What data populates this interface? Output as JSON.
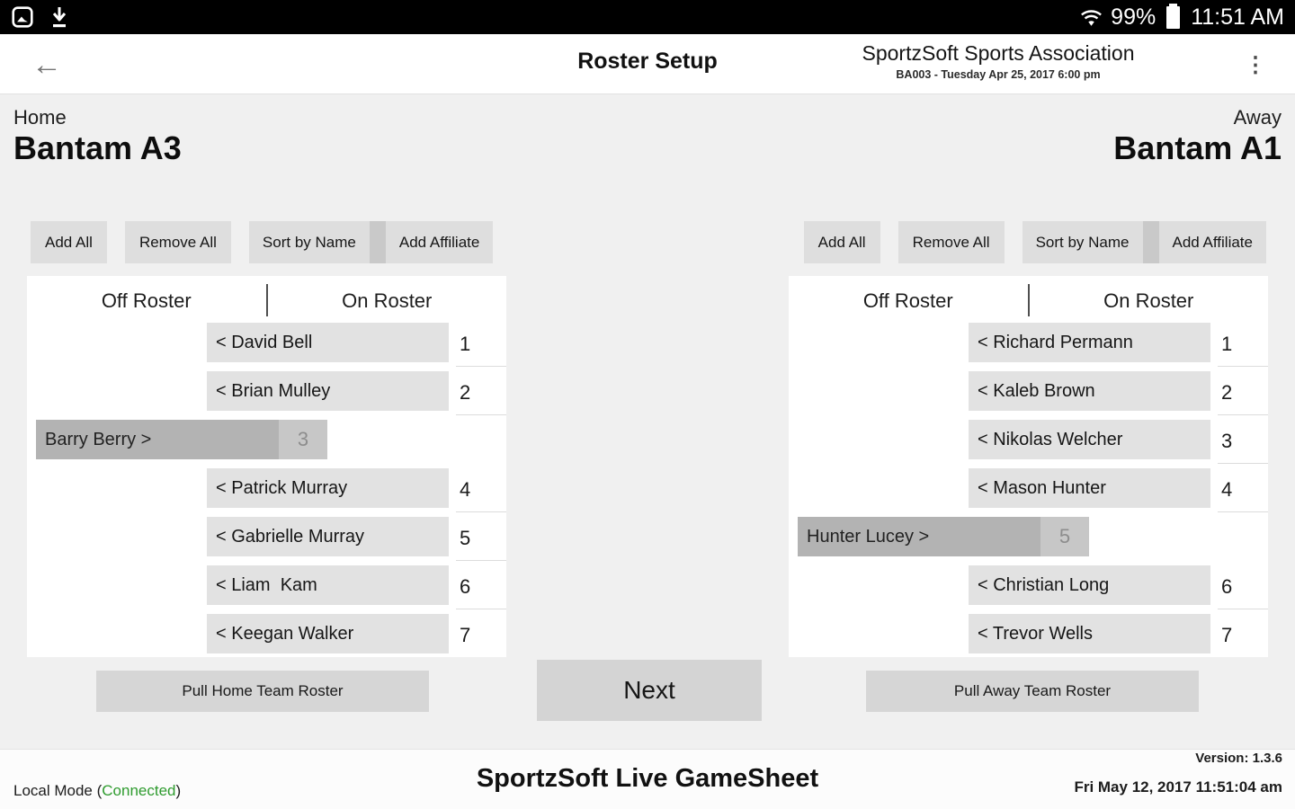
{
  "colors": {
    "connected_green": "#2e9b2e",
    "statusbar_bg": "#000000",
    "accent_gray": "#dedede"
  },
  "status_bar": {
    "battery_pct": "99%",
    "time": "11:51 AM",
    "left_icons": [
      "screenshot-icon",
      "download-icon"
    ],
    "right_icons": [
      "wifi-icon",
      "battery-icon"
    ]
  },
  "app_bar": {
    "back_glyph": "←",
    "title": "Roster Setup",
    "org_name": "SportzSoft Sports Association",
    "org_subtitle": "BA003 - Tuesday Apr 25, 2017 6:00 pm",
    "menu_glyph": "⋮"
  },
  "panels": {
    "home": {
      "side_label": "Home",
      "team_name": "Bantam A3",
      "actions": {
        "add_all": "Add All",
        "remove_all": "Remove All",
        "sort_by_name": "Sort by Name",
        "add_affiliate": "Add Affiliate"
      },
      "columns": {
        "off": "Off Roster",
        "on": "On Roster"
      },
      "players": [
        {
          "label": "< David Bell",
          "number": "1",
          "on": true
        },
        {
          "label": "< Brian Mulley",
          "number": "2",
          "on": true
        },
        {
          "label": "Barry Berry >",
          "number": "3",
          "on": false
        },
        {
          "label": "< Patrick Murray",
          "number": "4",
          "on": true
        },
        {
          "label": "< Gabrielle Murray",
          "number": "5",
          "on": true
        },
        {
          "label": "< Liam  Kam",
          "number": "6",
          "on": true
        },
        {
          "label": "< Keegan Walker",
          "number": "7",
          "on": true
        }
      ],
      "pull_button": "Pull Home Team Roster"
    },
    "away": {
      "side_label": "Away",
      "team_name": "Bantam A1",
      "actions": {
        "add_all": "Add All",
        "remove_all": "Remove All",
        "sort_by_name": "Sort by Name",
        "add_affiliate": "Add Affiliate"
      },
      "columns": {
        "off": "Off Roster",
        "on": "On Roster"
      },
      "players": [
        {
          "label": "< Richard Permann",
          "number": "1",
          "on": true
        },
        {
          "label": "< Kaleb Brown",
          "number": "2",
          "on": true
        },
        {
          "label": "< Nikolas Welcher",
          "number": "3",
          "on": true
        },
        {
          "label": "< Mason Hunter",
          "number": "4",
          "on": true
        },
        {
          "label": "Hunter Lucey >",
          "number": "5",
          "on": false
        },
        {
          "label": "< Christian Long",
          "number": "6",
          "on": true
        },
        {
          "label": "< Trevor Wells",
          "number": "7",
          "on": true
        }
      ],
      "pull_button": "Pull Away Team Roster"
    }
  },
  "next_button": "Next",
  "footer": {
    "mode_prefix": "Local Mode (",
    "mode_status": "Connected",
    "mode_suffix": ")",
    "app_title": "SportzSoft Live GameSheet",
    "version": "Version: 1.3.6",
    "datetime": "Fri May 12, 2017 11:51:04 am"
  }
}
